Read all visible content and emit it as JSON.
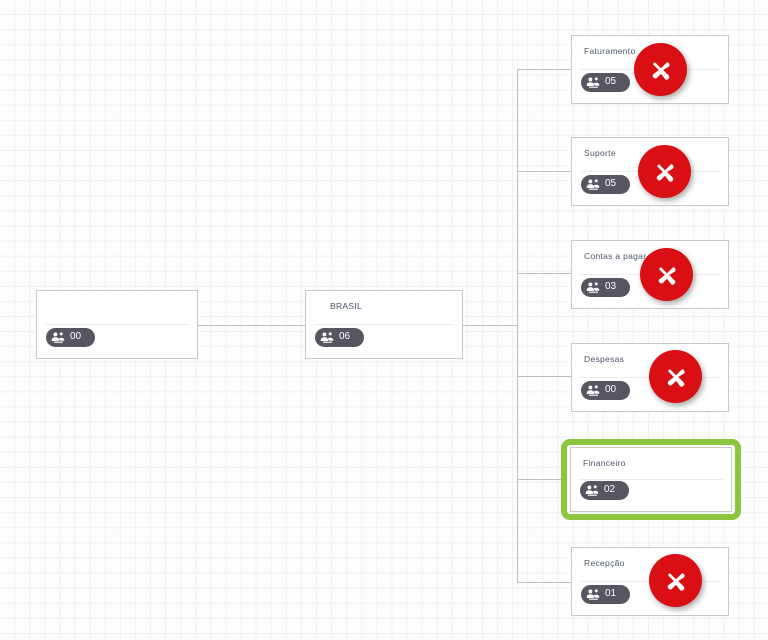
{
  "canvas": {
    "background_color": "#fdfdfd",
    "grid_color": "#f0f0f2"
  },
  "theme": {
    "node_border": "#c9c9c9",
    "connector": "#bfbfbf",
    "badge_bg": "#55565f",
    "title_color": "#4a5568",
    "delete_red": "#d90f13",
    "highlight_green": "#8cc63f"
  },
  "icons": {
    "members": "users-group-icon",
    "delete": "close-x-icon"
  },
  "root": {
    "title": "",
    "member_count": "00"
  },
  "level1": {
    "title": "BRASIL",
    "member_count": "06"
  },
  "children": [
    {
      "title": "Faturamento",
      "member_count": "05",
      "selected": false,
      "deletable": true
    },
    {
      "title": "Suporte",
      "member_count": "05",
      "selected": false,
      "deletable": true
    },
    {
      "title": "Contas a pagar",
      "member_count": "03",
      "selected": false,
      "deletable": true
    },
    {
      "title": "Despesas",
      "member_count": "00",
      "selected": false,
      "deletable": true
    },
    {
      "title": "Financeiro",
      "member_count": "02",
      "selected": true,
      "deletable": false
    },
    {
      "title": "Recepção",
      "member_count": "01",
      "selected": false,
      "deletable": true
    }
  ]
}
